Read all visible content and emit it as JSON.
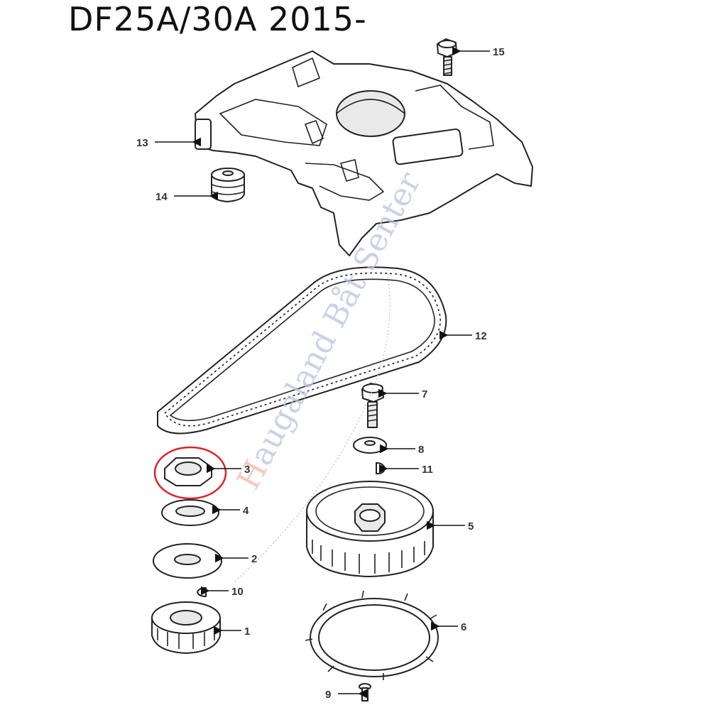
{
  "title": "DF25A/30A 2015-",
  "watermark": {
    "text": "Haugaland Båt Senter",
    "color": "#b8c5dd",
    "accent_color": "#f0b9a8"
  },
  "highlight": {
    "part": "3",
    "color": "#d9252a"
  },
  "callouts": [
    {
      "id": "1",
      "label": "1"
    },
    {
      "id": "2",
      "label": "2"
    },
    {
      "id": "3",
      "label": "3"
    },
    {
      "id": "4",
      "label": "4"
    },
    {
      "id": "5",
      "label": "5"
    },
    {
      "id": "6",
      "label": "6"
    },
    {
      "id": "7",
      "label": "7"
    },
    {
      "id": "8",
      "label": "8"
    },
    {
      "id": "9",
      "label": "9"
    },
    {
      "id": "10",
      "label": "10"
    },
    {
      "id": "11",
      "label": "11"
    },
    {
      "id": "12",
      "label": "12"
    },
    {
      "id": "13",
      "label": "13"
    },
    {
      "id": "14",
      "label": "14"
    },
    {
      "id": "15",
      "label": "15"
    }
  ]
}
